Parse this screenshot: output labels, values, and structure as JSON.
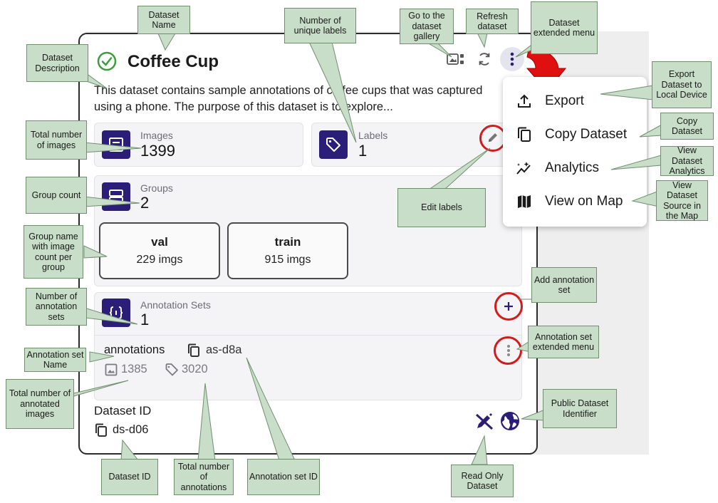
{
  "dataset": {
    "name": "Coffee Cup",
    "description": "This dataset contains sample annotations of coffee cups that was captured using a phone. The purpose of this dataset is to explore...",
    "status_icon": "check-circle-icon"
  },
  "header_actions": {
    "gallery_icon": "gallery-icon",
    "refresh_icon": "refresh-icon",
    "menu_icon": "more-vertical-icon"
  },
  "stats": {
    "images_label": "Images",
    "images_value": "1399",
    "labels_label": "Labels",
    "labels_value": "1",
    "groups_label": "Groups",
    "groups_value": "2",
    "annotation_sets_label": "Annotation Sets",
    "annotation_sets_value": "1"
  },
  "groups": [
    {
      "name": "val",
      "count": "229 imgs"
    },
    {
      "name": "train",
      "count": "915 imgs"
    }
  ],
  "annotation_set": {
    "name": "annotations",
    "id": "as-d8a",
    "image_count": "1385",
    "annotation_count": "3020"
  },
  "dataset_id": {
    "label": "Dataset ID",
    "value": "ds-d06"
  },
  "badges": {
    "read_only_icon": "edit-off-icon",
    "public_icon": "globe-icon"
  },
  "menu": {
    "items": [
      {
        "label": "Export",
        "icon": "upload-icon"
      },
      {
        "label": "Copy Dataset",
        "icon": "copy-icon"
      },
      {
        "label": "Analytics",
        "icon": "analytics-icon"
      },
      {
        "label": "View on Map",
        "icon": "map-icon"
      }
    ]
  },
  "colors": {
    "accent": "#2a1e78",
    "check_green": "#3a9e3a",
    "highlight_red": "#d41b1b",
    "callout_fill": "#c8dec8"
  },
  "callouts": {
    "dataset_name": "Dataset Name",
    "dataset_description": "Dataset Description",
    "unique_labels": "Number of unique labels",
    "gallery": "Go to the dataset gallery",
    "refresh": "Refresh dataset",
    "extended_menu": "Dataset extended menu",
    "export": "Export Dataset to Local Device",
    "total_images": "Total number of images",
    "copy_dataset": "Copy Dataset",
    "view_analytics": "View Dataset Analytics",
    "group_count": "Group count",
    "edit_labels": "Edit labels",
    "view_map": "View Dataset Source in the Map",
    "group_name": "Group name with image count per group",
    "add_annotation_set": "Add annotation set",
    "num_annotation_sets": "Number of annotation sets",
    "annotation_set_menu": "Annotation set extended menu",
    "annotation_set_name": "Annotation set Name",
    "total_annotated_images": "Total number of annotated images",
    "public_identifier": "Public Dataset Identifier",
    "dataset_id": "Dataset ID",
    "total_annotations": "Total number of annotations",
    "annotation_set_id": "Annotation set ID",
    "read_only": "Read Only Dataset"
  }
}
